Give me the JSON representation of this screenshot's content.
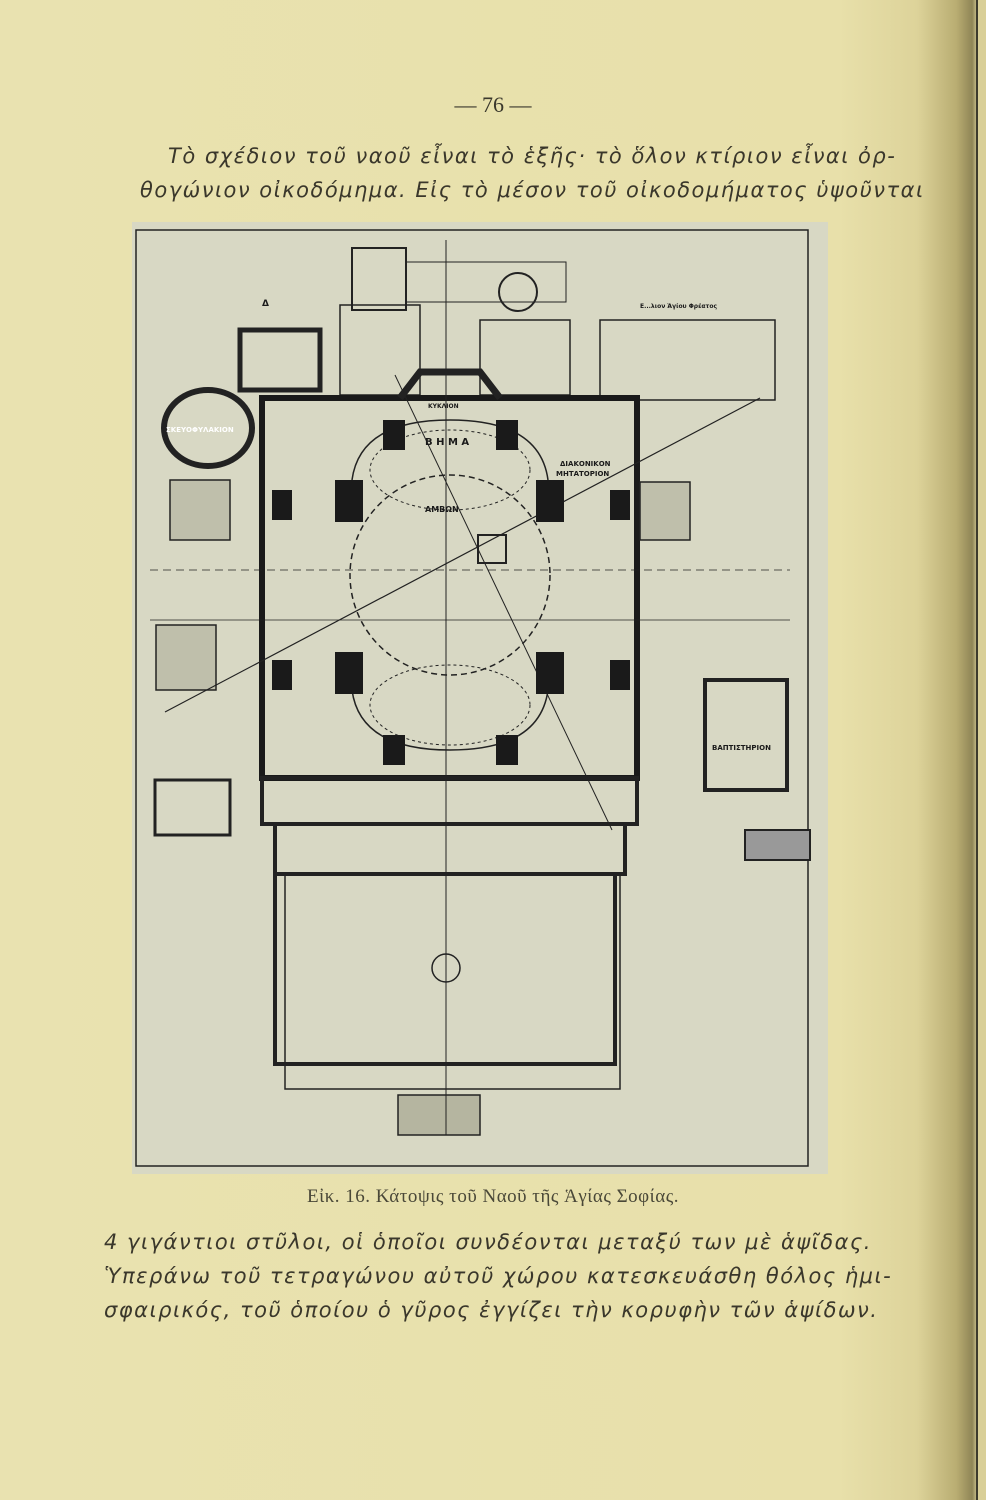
{
  "page_number": "— 76 —",
  "paragraph_top": [
    "Τὸ σχέδιον τοῦ ναοῦ εἶναι τὸ ἑξῆς· τὸ ὅλον κτίριον εἶναι ὀρ-",
    "θογώνιον οἰκοδόμημα. Εἰς τὸ μέσον τοῦ οἰκοδομήματος ὑψοῦνται"
  ],
  "figure": {
    "caption": "Εἰκ. 16. Κάτοψις τοῦ Ναοῦ τῆς Ἁγίας Σοφίας.",
    "labels": {
      "bema": "Β Η Μ Α",
      "ambon": "ΑΜΒΩΝ",
      "diakonikon": "ΔΙΑΚΟΝΙΚΟΝ",
      "mitatorion": "ΜΗΤΑΤΟΡΙΟΝ",
      "skeuophylakion": "ΣΚΕΥΟΦΥΛΑΚΙΟΝ",
      "baptisterion": "ΒΑΠΤΙΣΤΗΡΙΟΝ",
      "kyklion": "ΚΥΚΛΙΟΝ",
      "agiou_freatos": "Ε...λιον Ἁγίου Φρέατος",
      "delta": "Δ"
    }
  },
  "paragraph_bottom": [
    "4 γιγάντιοι στῦλοι, οἱ ὁποῖοι συνδέονται μεταξύ των μὲ ἁψῖδας.",
    "Ὑπεράνω τοῦ τετραγώνου αὐτοῦ χώρου κατεσκευάσθη θόλος ἡμι-",
    "σφαιρικός, τοῦ ὁποίου ὁ γῦρος ἐγγίζει τὴν κορυφὴν τῶν ἁψίδων."
  ]
}
